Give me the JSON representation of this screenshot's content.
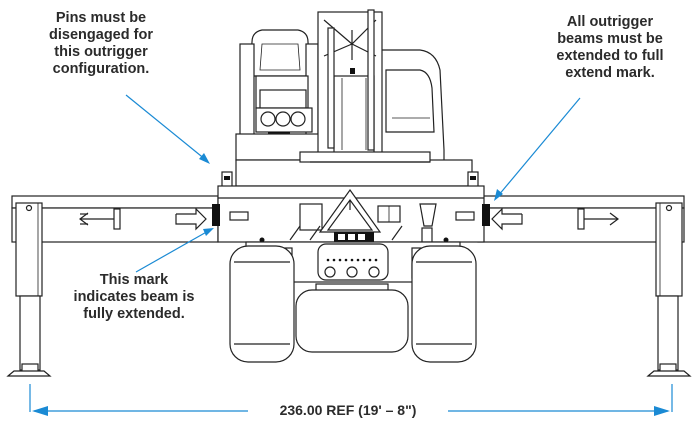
{
  "callouts": {
    "pins": "Pins must be\ndisengaged for\nthis outrigger\nconfiguration.",
    "beams": "All outrigger\nbeams must be\nextended to full\nextend mark.",
    "mark": "This mark\nindicates beam is\nfully extended."
  },
  "dimension": {
    "label": "236.00 REF (19' – 8\")"
  },
  "colors": {
    "leader_line": "#1a8ad4",
    "drawing_line": "#222222",
    "text": "#2b2b2b"
  }
}
